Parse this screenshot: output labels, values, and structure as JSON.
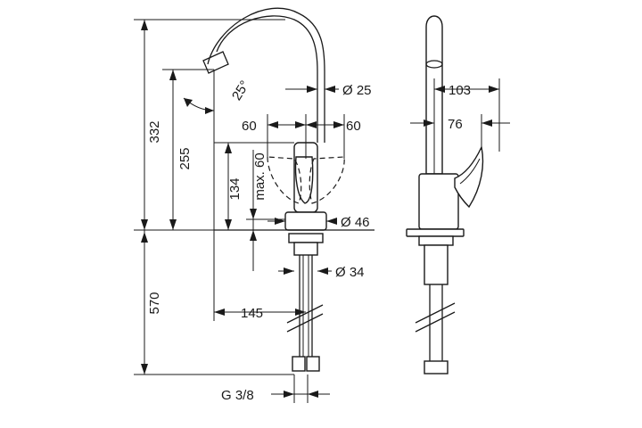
{
  "front_view": {
    "height_total": "332",
    "height_spout": "255",
    "spout_angle": "25°",
    "outlet_diameter": "Ø 25",
    "handle_left": "60",
    "handle_right": "60",
    "handle_height": "134",
    "handle_clearance": "max. 60",
    "base_diameter": "Ø 46",
    "shank_diameter": "Ø 34",
    "below_counter": "570",
    "reach": "145",
    "connection_thread": "G 3/8"
  },
  "side_view": {
    "projection": "103",
    "lever_offset": "76"
  }
}
